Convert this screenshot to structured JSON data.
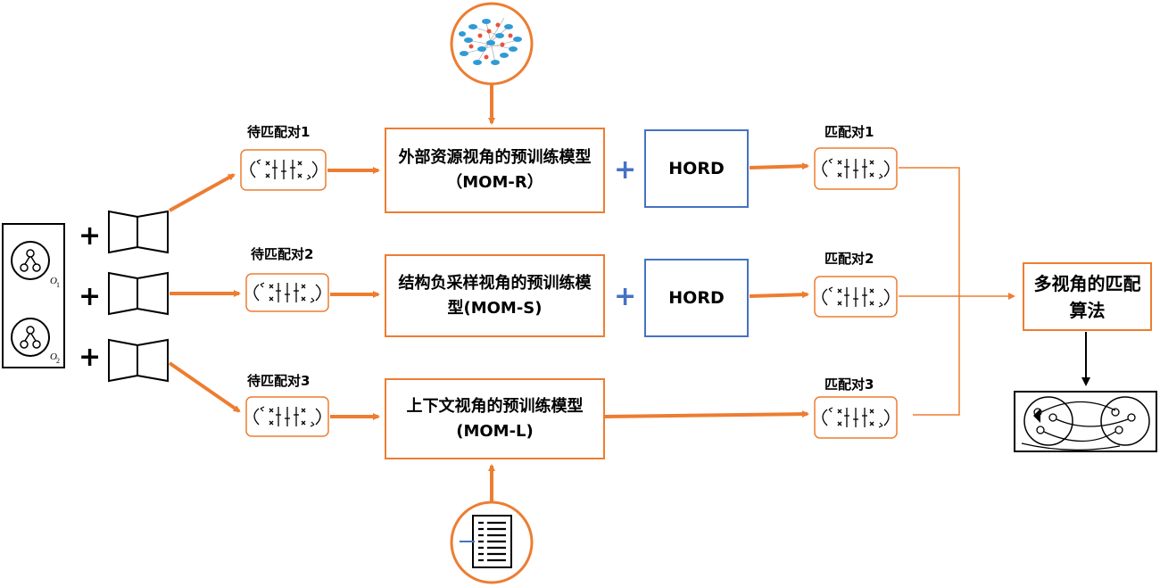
{
  "pairs_pending": [
    "待匹配对1",
    "待匹配对2",
    "待匹配对3"
  ],
  "pairs_matched": [
    "匹配对1",
    "匹配对2",
    "匹配对3"
  ],
  "models": {
    "mom_r": "外部资源视角的预训练模型（MOM-R）",
    "mom_s": "结构负采样视角的预训练模型(MOM-S)",
    "mom_l": "上下文视角的预训练模型(MOM-L)"
  },
  "hord": "HORD",
  "algorithm": "多视角的匹配算法",
  "ontology_labels": [
    "O",
    "O"
  ],
  "ontology_subscripts": [
    "1",
    "2"
  ],
  "colors": {
    "orange": "#ED7D31",
    "blue": "#4472C4",
    "black": "#000000"
  }
}
